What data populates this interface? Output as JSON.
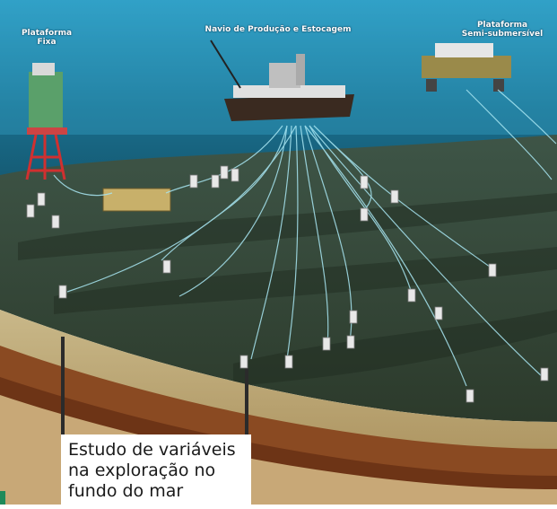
{
  "labels": {
    "fixed_platform_line1": "Plataforma",
    "fixed_platform_line2": "Fixa",
    "fpso": "Navio de Produção e Estocagem",
    "semisub_line1": "Plataforma",
    "semisub_line2": "Semi-submersível"
  },
  "caption": "Estudo de variáveis na exploração no fundo do mar",
  "colors": {
    "sea_top": "#1c7fa8",
    "sea_bottom": "#0d3f52",
    "seabed": "#4a5a3e",
    "sediment": "#b48a4e",
    "rock": "#7a3e1c",
    "accent": "#1f8a5a"
  }
}
